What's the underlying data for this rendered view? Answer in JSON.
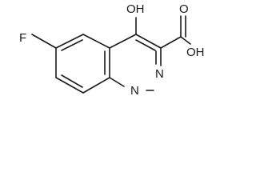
{
  "structure": {
    "atoms": {
      "fluorine": "F",
      "hydroxyl": "OH",
      "carbonyl_oxygen": "O",
      "acid_hydroxyl": "OH",
      "ring_nitrogen_1": "N",
      "ring_nitrogen_2": "N"
    },
    "colors": {
      "bond": "#1a1a1a",
      "text": "#1a1a1a",
      "background": "#ffffff"
    }
  }
}
